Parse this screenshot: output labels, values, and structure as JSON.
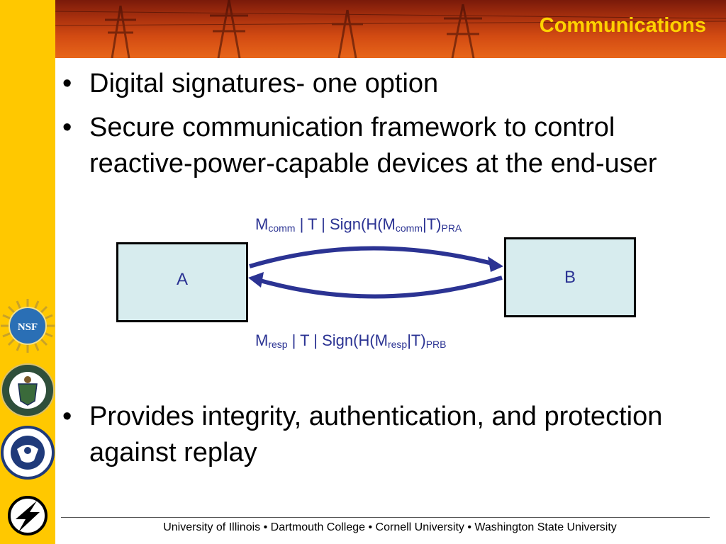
{
  "slide": {
    "title": "Communications",
    "bullets": [
      "Digital signatures- one option",
      "Secure communication framework to control reactive-power-capable devices at the end-user",
      "Provides integrity, authentication, and protection against replay"
    ]
  },
  "diagram": {
    "box_a": "A",
    "box_b": "B",
    "msg_top": {
      "m": "M",
      "sub1": "comm",
      "mid": " | T | Sign(H(M",
      "sub2": "comm",
      "end": "|T)",
      "sub3": "PRA"
    },
    "msg_bottom": {
      "m": "M",
      "sub1": "resp",
      "mid": " | T | Sign(H(M",
      "sub2": "resp",
      "end": "|T)",
      "sub3": "PRB"
    },
    "arrow_color": "#2b3393"
  },
  "sidebar": {
    "logos": [
      "nsf-logo",
      "department-of-energy-seal",
      "homeland-security-seal",
      "lightning-logo"
    ],
    "nsf_text": "NSF",
    "color": "#ffc800"
  },
  "footer": {
    "text": "University of Illinois  •  Dartmouth College  •  Cornell University  •  Washington State University"
  }
}
